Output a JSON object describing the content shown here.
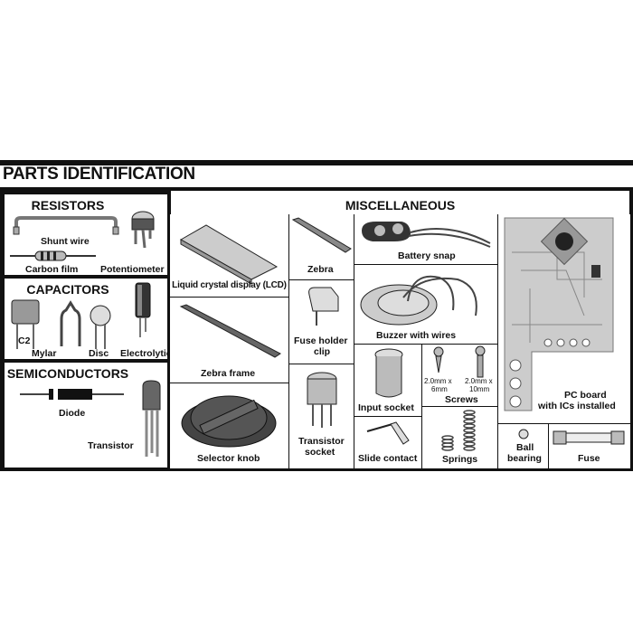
{
  "title": "PARTS IDENTIFICATION",
  "resistors": {
    "heading": "RESISTORS",
    "items": [
      "Shunt wire",
      "Carbon film",
      "Potentiometer"
    ]
  },
  "capacitors": {
    "heading": "CAPACITORS",
    "items": [
      "C2",
      "Mylar",
      "Disc",
      "Electrolytic"
    ]
  },
  "semiconductors": {
    "heading": "SEMICONDUCTORS",
    "items": [
      "Diode",
      "Transistor"
    ]
  },
  "misc": {
    "heading": "MISCELLANEOUS",
    "lcd": "Liquid crystal display (LCD)",
    "zebra_frame": "Zebra frame",
    "selector_knob": "Selector knob",
    "zebra": "Zebra",
    "fuse_holder_1": "Fuse holder",
    "fuse_holder_2": "clip",
    "transistor_socket_1": "Transistor",
    "transistor_socket_2": "socket",
    "battery_snap": "Battery snap",
    "buzzer": "Buzzer with wires",
    "input_socket": "Input socket",
    "screw_a_1": "2.0mm x",
    "screw_a_2": "6mm",
    "screw_b_1": "2.0mm x",
    "screw_b_2": "10mm",
    "screws": "Screws",
    "slide_contact": "Slide contact",
    "springs": "Springs",
    "pc_board_1": "PC board",
    "pc_board_2": "with ICs installed",
    "ball_bearing_1": "Ball",
    "ball_bearing_2": "bearing",
    "fuse": "Fuse"
  }
}
